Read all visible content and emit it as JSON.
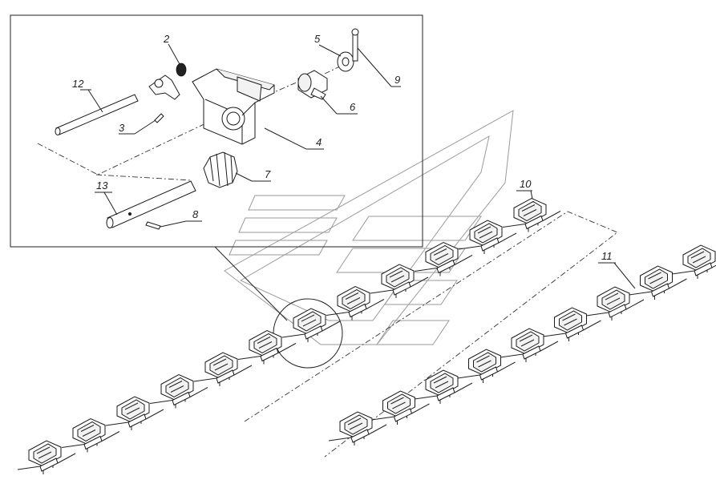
{
  "callouts": {
    "c2": "2",
    "c3": "3",
    "c4": "4",
    "c5": "5",
    "c6": "6",
    "c7": "7",
    "c8": "8",
    "c9": "9",
    "c10": "10",
    "c11": "11",
    "c12": "12",
    "c13": "13"
  },
  "colors": {
    "line": "#1a1a1a",
    "watermark": "#9a9a9a",
    "background": "#ffffff"
  }
}
